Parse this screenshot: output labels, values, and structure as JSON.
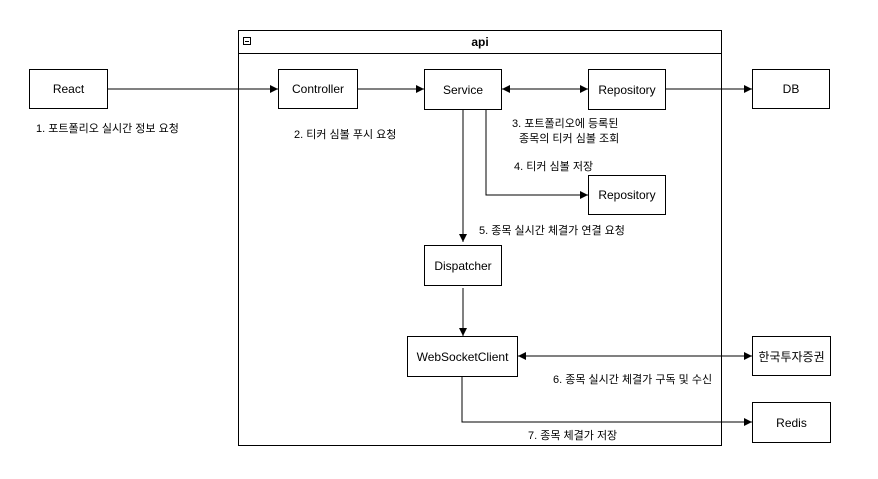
{
  "container": {
    "title": "api"
  },
  "nodes": {
    "react": "React",
    "controller": "Controller",
    "service": "Service",
    "repository_top": "Repository",
    "db": "DB",
    "repository_mid": "Repository",
    "dispatcher": "Dispatcher",
    "websocket_client": "WebSocketClient",
    "korea_investment": "한국투자증권",
    "redis": "Redis"
  },
  "steps": {
    "step1": "1. 포트폴리오 실시간 정보 요청",
    "step2": "2. 티커 심볼 푸시 요청",
    "step3_line1": "3. 포트폴리오에 등록된",
    "step3_line2": "종목의 티커 심볼 조회",
    "step4": "4. 티커 심볼 저장",
    "step5": "5. 종목 실시간 체결가 연결 요청",
    "step6": "6. 종목 실시간 체결가 구독 및 수신",
    "step7": "7. 종목 체결가 저장"
  }
}
